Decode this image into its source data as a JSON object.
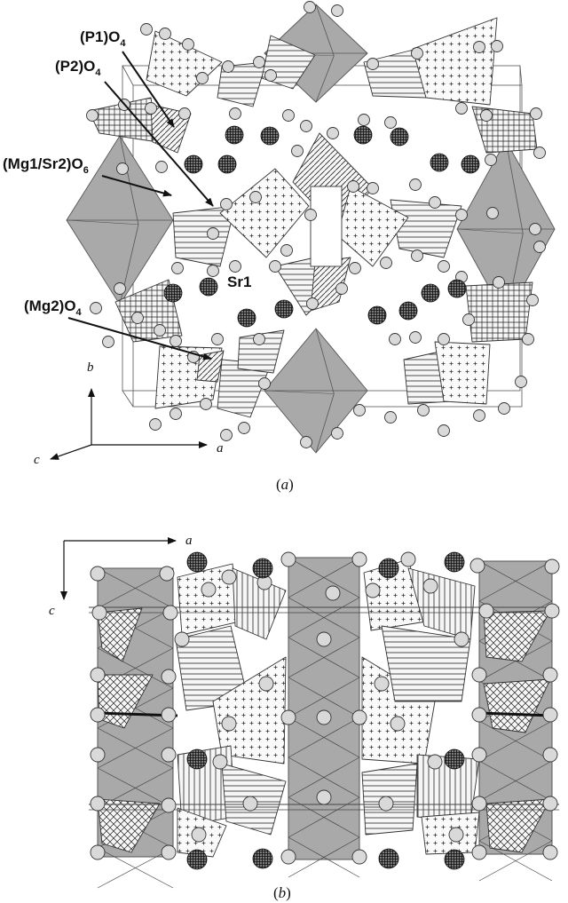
{
  "panel_a": {
    "labels": {
      "p1o4": {
        "base": "(P1)O",
        "sub": "4"
      },
      "p2o4": {
        "base": "(P2)O",
        "sub": "4"
      },
      "mg1sr2o6": {
        "base": "(Mg1/Sr2)O",
        "sub": "6"
      },
      "sr1": {
        "base": "Sr1"
      },
      "mg2o4": {
        "base": "(Mg2)O",
        "sub": "4"
      }
    },
    "axes": {
      "b": "b",
      "a": "a",
      "c": "c"
    },
    "caption": {
      "open": "(",
      "letter": "a",
      "close": ")"
    }
  },
  "panel_b": {
    "axes": {
      "a": "a",
      "c": "c"
    },
    "caption": {
      "open": "(",
      "letter": "b",
      "close": ")"
    }
  },
  "colors": {
    "octahedron": "#a9a9a9",
    "octahedron_edge": "#555555",
    "tetrahedron_fill": "#f6f6f6",
    "hatch": "#222222",
    "oxygen_atom": "#d9d9d9",
    "strontium_atom": "#4a4a4a"
  }
}
